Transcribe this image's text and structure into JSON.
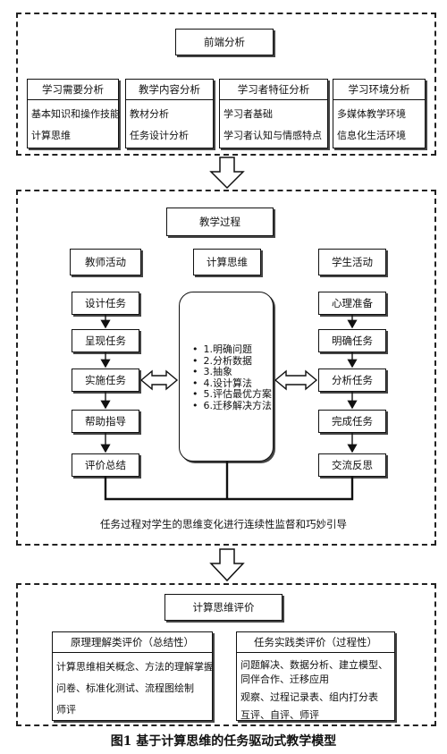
{
  "front_analysis": {
    "title": "前端分析",
    "categories": [
      {
        "title": "学习需要分析",
        "items": [
          "基本知识和操作技能",
          "计算思维"
        ]
      },
      {
        "title": "教学内容分析",
        "items": [
          "教材分析",
          "任务设计分析"
        ]
      },
      {
        "title": "学习者特征分析",
        "items": [
          "学习者基础",
          "学习者认知与情感特点"
        ]
      },
      {
        "title": "学习环境分析",
        "items": [
          "多媒体教学环境",
          "信息化生活环境"
        ]
      }
    ]
  },
  "process": {
    "title": "教学过程",
    "teacher_header": "教师活动",
    "ct_header": "计算思维",
    "student_header": "学生活动",
    "teacher_steps": [
      "设计任务",
      "呈现任务",
      "实施任务",
      "帮助指导",
      "评价总结"
    ],
    "student_steps": [
      "心理准备",
      "明确任务",
      "分析任务",
      "完成任务",
      "交流反思"
    ],
    "ct_steps": [
      "1.明确问题",
      "2.分析数据",
      "3.抽象",
      "4.设计算法",
      "5.评估最优方案",
      "6.迁移解决方法"
    ],
    "bottom_note": "任务过程对学生的思维变化进行连续性监督和巧妙引导"
  },
  "evaluation": {
    "title": "计算思维评价",
    "left": {
      "title": "原理理解类评价（总结性）",
      "items": [
        "计算思维相关概念、方法的理解掌握",
        "问卷、标准化测试、流程图绘制",
        "师评"
      ]
    },
    "right": {
      "title": "任务实践类评价（过程性）",
      "items": [
        "问题解决、数据分析、建立模型、",
        "同伴合作、迁移应用",
        "观察、过程记录表、组内打分表",
        "互评、自评、师评"
      ]
    }
  },
  "caption": "图1  基于计算思维的任务驱动式教学模型"
}
